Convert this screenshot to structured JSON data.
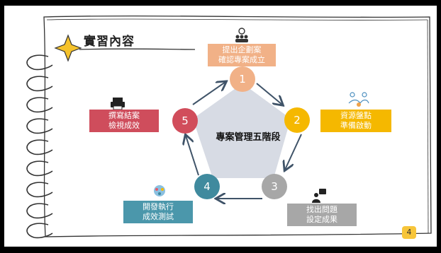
{
  "title": "實習內容",
  "center_title": "專案管理五階段",
  "page_number": "4",
  "stages": [
    {
      "number": "1",
      "line1": "提出企劃案",
      "line2": "確認專案成立",
      "color": "#f1b187",
      "label_color": "#f1b187",
      "icon": "people-idea-icon"
    },
    {
      "number": "2",
      "line1": "資源盤點",
      "line2": "準備啟動",
      "color": "#f5b800",
      "label_color": "#f5b800",
      "icon": "handshake-icon"
    },
    {
      "number": "3",
      "line1": "找出問題",
      "line2": "設定成果",
      "color": "#a7a7a7",
      "label_color": "#a7a7a7",
      "icon": "question-person-icon"
    },
    {
      "number": "4",
      "line1": "開發執行",
      "line2": "成效測試",
      "color": "#3f8a9e",
      "label_color": "#4b97ab",
      "icon": "team-gear-icon"
    },
    {
      "number": "5",
      "line1": "撰寫結案",
      "line2": "檢視成效",
      "color": "#d14d5b",
      "label_color": "#cf4d5c",
      "icon": "printer-icon"
    }
  ]
}
